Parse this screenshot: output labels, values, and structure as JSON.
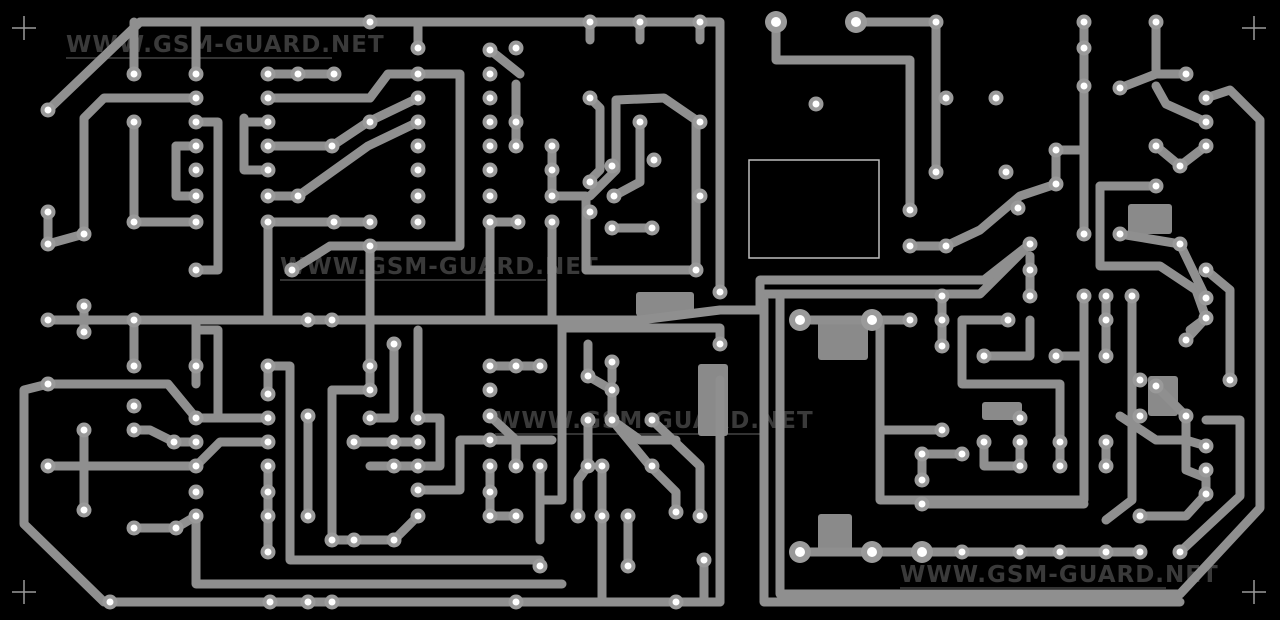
{
  "board": {
    "background": "#000000",
    "trace_color": "#8f8f8f",
    "pad_color": "#9a9a9a",
    "hole_color": "#ffffff"
  },
  "watermarks": [
    {
      "text": "WWW.GSM-GUARD.NET"
    },
    {
      "text": "WWW.GSM-GUARD.NET"
    },
    {
      "text": "WWW.GSM-GUARD.NET"
    },
    {
      "text": "WWW.GSM-GUARD.NET"
    }
  ]
}
